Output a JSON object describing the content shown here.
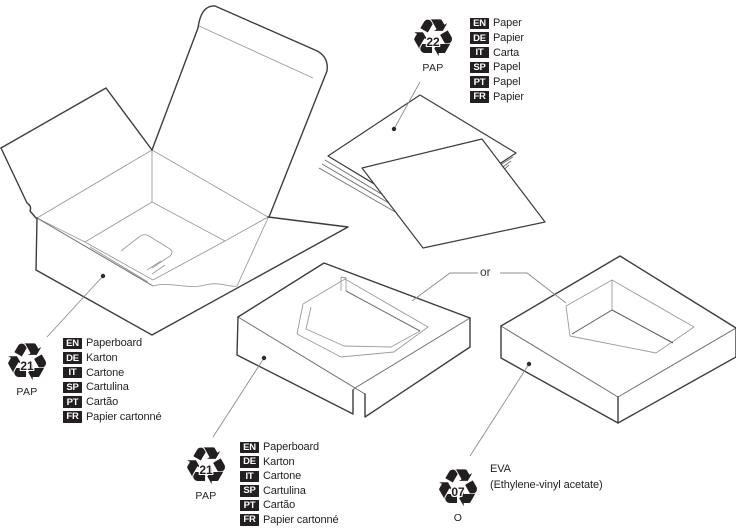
{
  "colors": {
    "ink": "#231f20",
    "line_bold": "#3d3d3d",
    "line_thin": "#9b9b9b"
  },
  "icons": {
    "recycle": "♻"
  },
  "or_label": "or",
  "blocks": {
    "paper": {
      "code": "22",
      "material": "PAP",
      "rows": [
        [
          "EN",
          "Paper"
        ],
        [
          "DE",
          "Papier"
        ],
        [
          "IT",
          "Carta"
        ],
        [
          "SP",
          "Papel"
        ],
        [
          "PT",
          "Papel"
        ],
        [
          "FR",
          "Papier"
        ]
      ]
    },
    "box": {
      "code": "21",
      "material": "PAP",
      "rows": [
        [
          "EN",
          "Paperboard"
        ],
        [
          "DE",
          "Karton"
        ],
        [
          "IT",
          "Cartone"
        ],
        [
          "SP",
          "Cartulina"
        ],
        [
          "PT",
          "Cartão"
        ],
        [
          "FR",
          "Papier cartonné"
        ]
      ]
    },
    "tray": {
      "code": "21",
      "material": "PAP",
      "rows": [
        [
          "EN",
          "Paperboard"
        ],
        [
          "DE",
          "Karton"
        ],
        [
          "IT",
          "Cartone"
        ],
        [
          "SP",
          "Cartulina"
        ],
        [
          "PT",
          "Cartão"
        ],
        [
          "FR",
          "Papier cartonné"
        ]
      ]
    },
    "eva": {
      "code": "07",
      "material": "O",
      "name": "EVA",
      "desc": "(Ethylene-vinyl acetate)"
    }
  }
}
